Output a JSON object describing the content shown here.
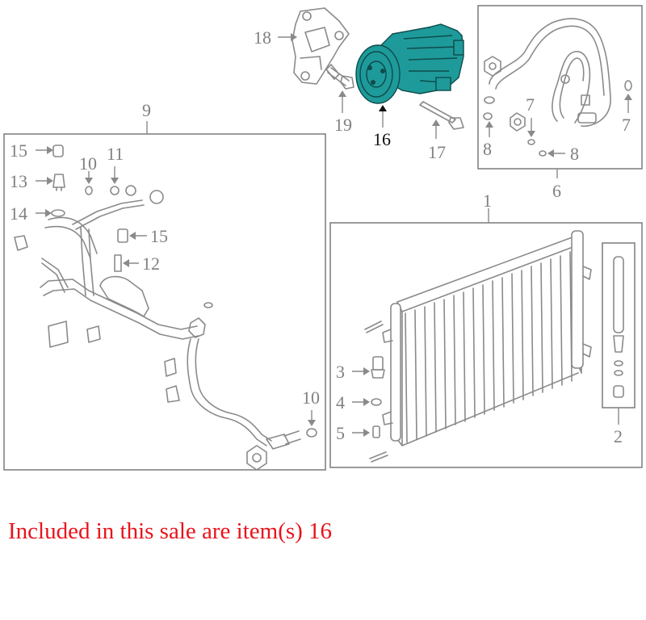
{
  "callouts": {
    "c1": "1",
    "c2": "2",
    "c3": "3",
    "c4": "4",
    "c5": "5",
    "c6": "6",
    "c7a": "7",
    "c7b": "7",
    "c8a": "8",
    "c8b": "8",
    "c9": "9",
    "c10a": "10",
    "c10b": "10",
    "c11": "11",
    "c12": "12",
    "c13": "13",
    "c14": "14",
    "c15a": "15",
    "c15b": "15",
    "c16": "16",
    "c17": "17",
    "c18": "18",
    "c19": "19"
  },
  "sale_note": "Included in this sale are item(s) 16",
  "colors": {
    "highlight": "#1e9a9a",
    "sale_note": "#e8141b"
  }
}
